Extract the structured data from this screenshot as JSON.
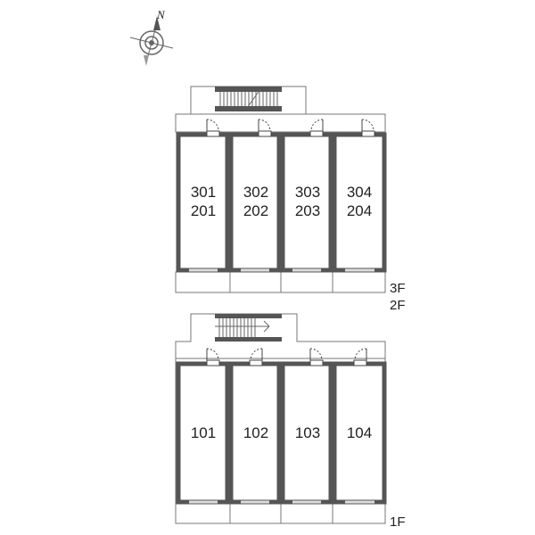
{
  "compass": {
    "north_label": "N",
    "icon": "compass-rose-icon"
  },
  "upper_block": {
    "floor_labels": [
      "3F",
      "2F"
    ],
    "units": [
      {
        "top": "301",
        "bottom": "201"
      },
      {
        "top": "302",
        "bottom": "202"
      },
      {
        "top": "303",
        "bottom": "203"
      },
      {
        "top": "304",
        "bottom": "204"
      }
    ]
  },
  "lower_block": {
    "floor_labels": [
      "1F"
    ],
    "units": [
      {
        "label": "101"
      },
      {
        "label": "102"
      },
      {
        "label": "103"
      },
      {
        "label": "104"
      }
    ]
  },
  "colors": {
    "wall": "#555555",
    "thin_line": "#777777",
    "background": "#ffffff"
  }
}
